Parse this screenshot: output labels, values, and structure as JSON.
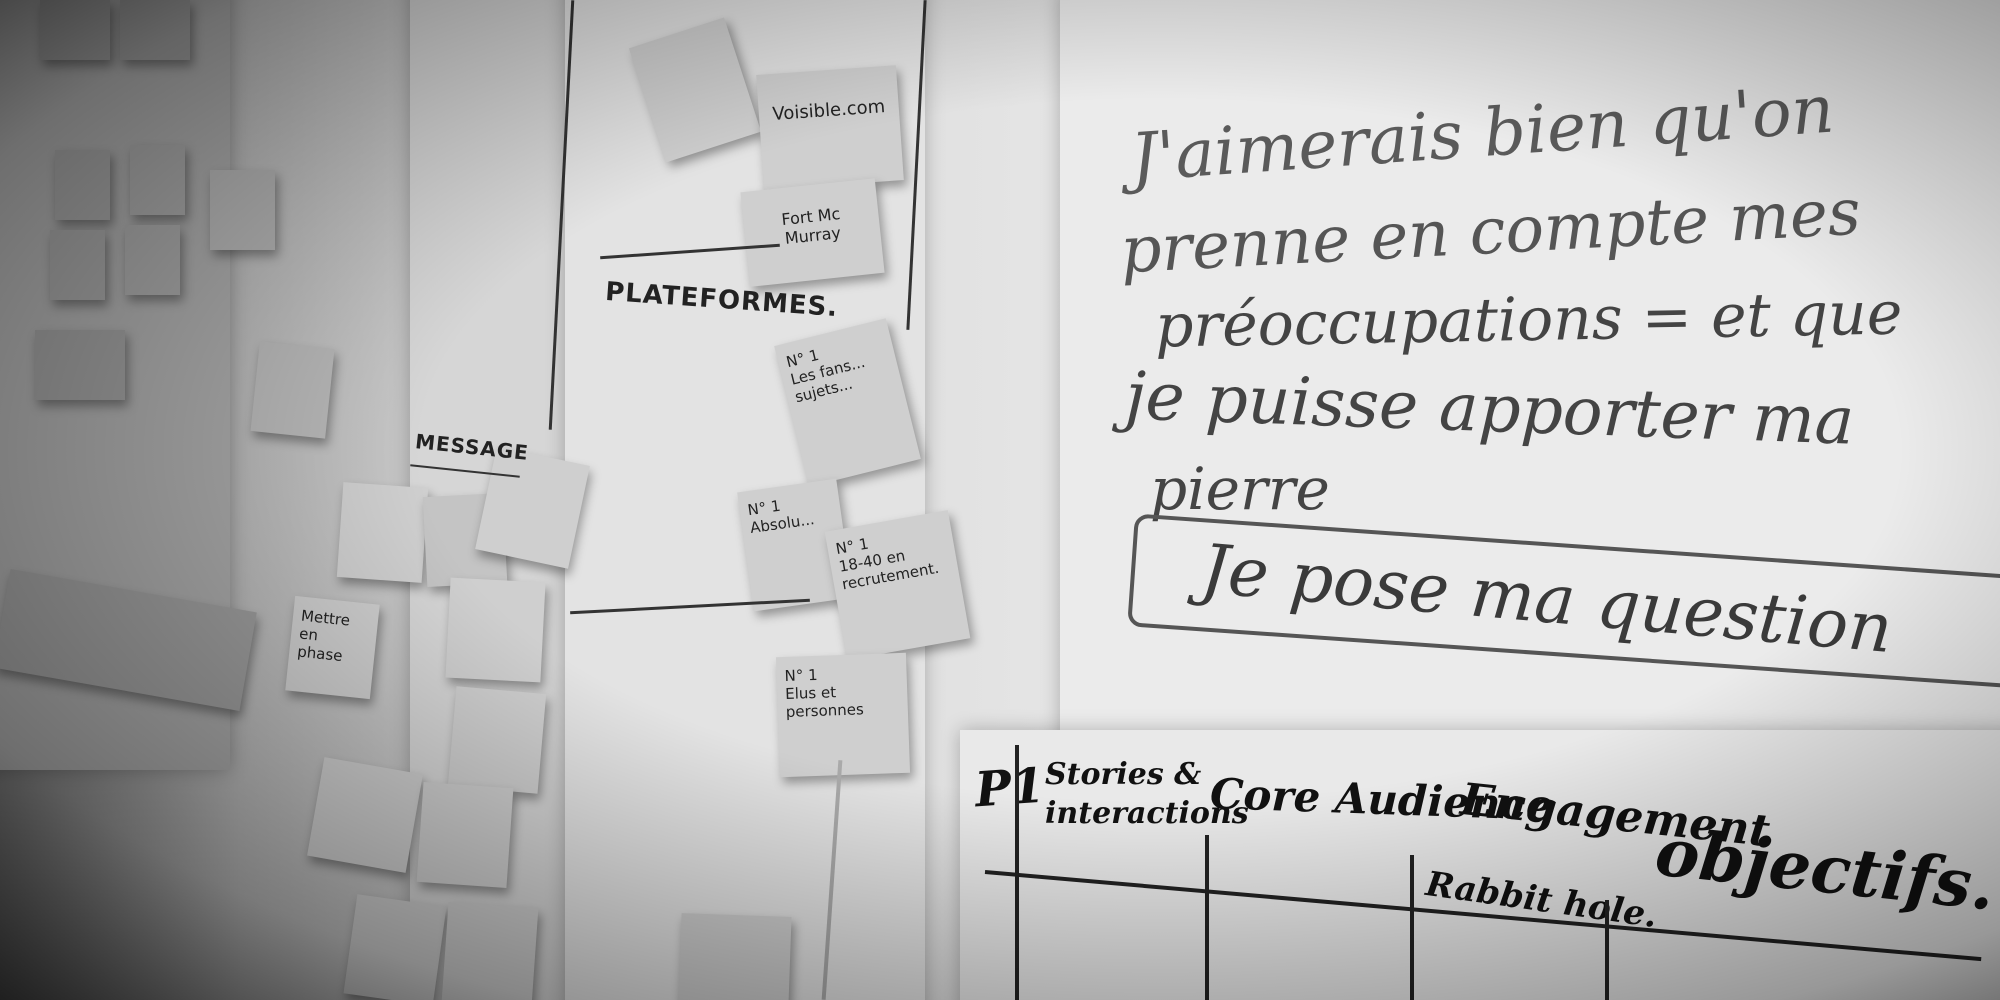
{
  "wall": {
    "labels": {
      "plateformes": "PLATEFORMES.",
      "message": "MESSAGE"
    },
    "big_sheet": {
      "line1": "J'aimerais bien qu'on",
      "line2": "prenne en compte mes",
      "line3": "préoccupations = et que",
      "line4": "je puisse apporter ma",
      "line5": "pierre",
      "boxed": "Je pose ma question"
    },
    "table_sheet": {
      "col1": "P1",
      "col2": "Stories & interactions",
      "col3": "Core Audience",
      "col4": "Engagement",
      "col4_sub": "Rabbit hole.",
      "col5": "objectifs."
    },
    "notes": {
      "n1": "Voisible.com",
      "n2": "Fort  Mc Murray",
      "n3": "N° 1\nLes fans...\nsujets...",
      "n4": "N° 1\nAbsolu...",
      "n5": "N° 1\n18-40 en\nrecrutement.",
      "n6": "N° 1\nElus et\npersonnes",
      "n7": "Mettre en\nphase"
    }
  }
}
